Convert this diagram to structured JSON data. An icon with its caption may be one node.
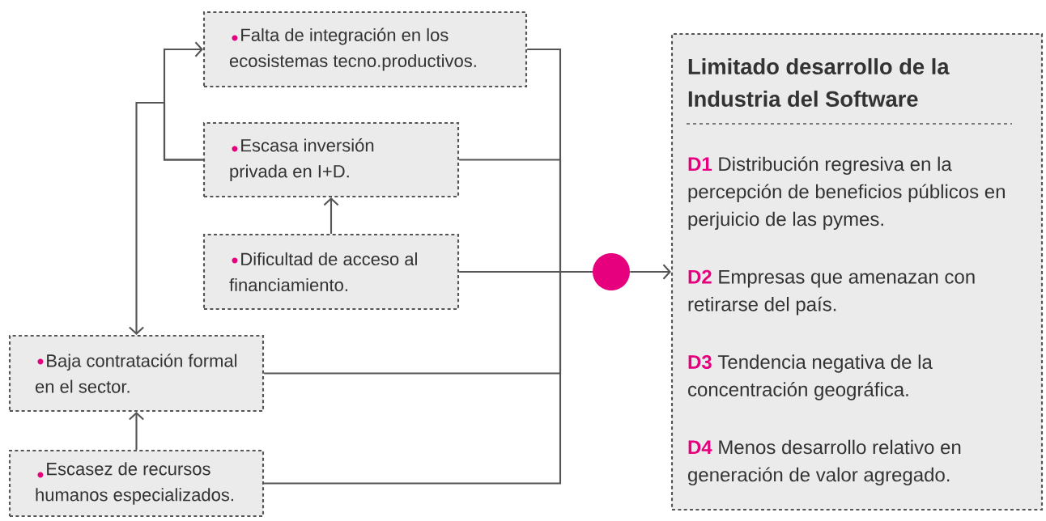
{
  "diagram": {
    "nodes": [
      {
        "text": [
          "Falta de integración en los ecosistemas tecno.productivos."
        ]
      },
      {
        "text": [
          "Escasa inversión privada en I+D."
        ]
      },
      {
        "text": [
          "Dificultad de acceso al financiamiento."
        ]
      },
      {
        "text": [
          "Baja contratación formal en el sector."
        ]
      },
      {
        "text": [
          "Escasez de recursos humanos especializados."
        ]
      },
      {
        "text": [],
        "shape": "circle"
      },
      {
        "text": [
          "Limitado desarrollo de la Industria del Software",
          "**D1** Distribución regresiva en la percepción de beneficios públicos en perjuicio de las pymes.",
          "**D2** Empresas que amenazan con retirarse del país.",
          "**D3** Tendencia negativa de la concentración geográfica.",
          "**D4** Menos desarrollo relativo en generación de valor agregado."
        ]
      }
    ],
    "edges": [
      {
        "from": 1,
        "to": 0,
        "arrow": "to"
      },
      {
        "from": 1,
        "to": 3,
        "arrow": "to"
      },
      {
        "from": 2,
        "to": 1,
        "arrow": "to"
      },
      {
        "from": 4,
        "to": 3,
        "arrow": "to"
      },
      {
        "from": 0,
        "to": 5,
        "arrow": "none"
      },
      {
        "from": 1,
        "to": 5,
        "arrow": "none"
      },
      {
        "from": 2,
        "to": 5,
        "arrow": "none"
      },
      {
        "from": 3,
        "to": 5,
        "arrow": "none"
      },
      {
        "from": 4,
        "to": 5,
        "arrow": "none"
      },
      {
        "from": 5,
        "to": 6,
        "arrow": "to"
      }
    ]
  }
}
